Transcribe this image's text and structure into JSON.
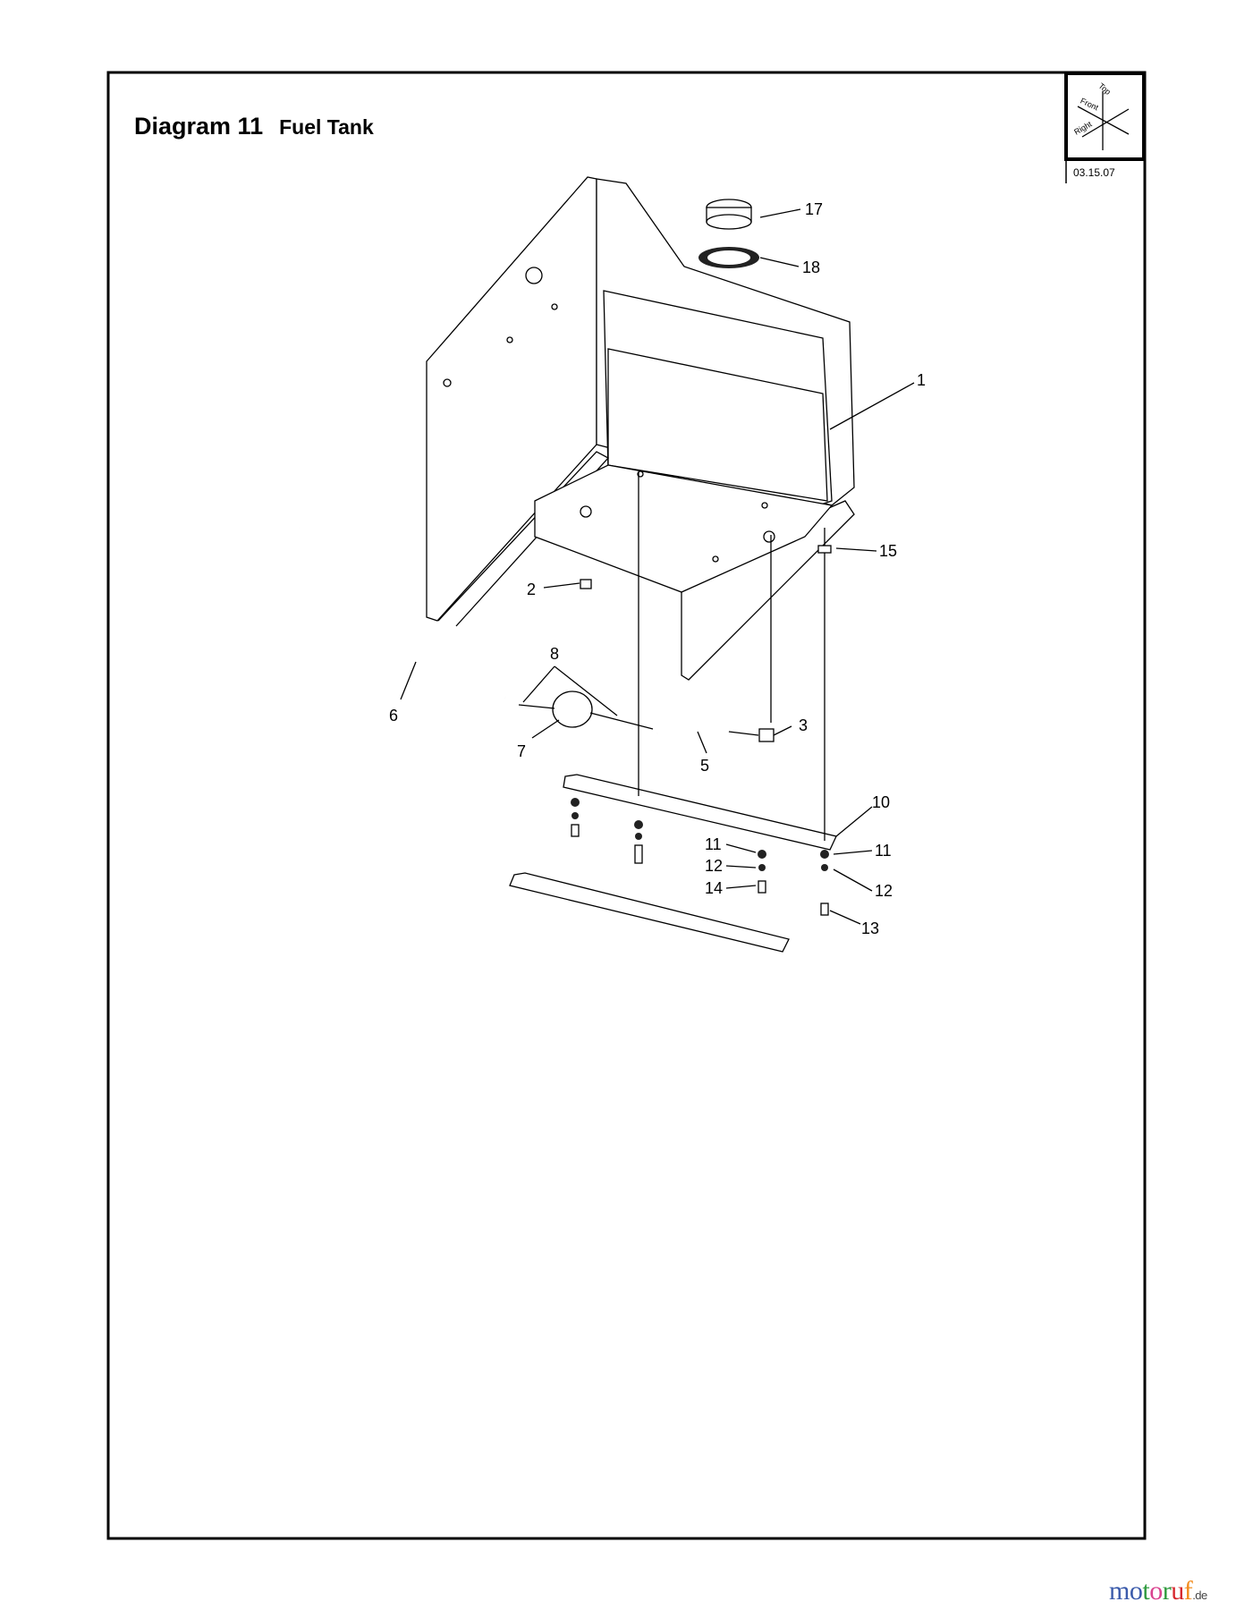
{
  "header": {
    "diagram_label": "Diagram 11",
    "section_title": "Fuel Tank",
    "date": "03.15.07"
  },
  "orientation": {
    "top": "Top",
    "front": "Front",
    "right": "Right"
  },
  "callouts": [
    "17",
    "18",
    "1",
    "15",
    "2",
    "8",
    "6",
    "7",
    "3",
    "5",
    "10",
    "11",
    "11",
    "12",
    "12",
    "14",
    "13"
  ],
  "logo": {
    "text": "motoruf",
    "suffix": ".de",
    "colors": [
      "#3b5bab",
      "#3b5bab",
      "#2e9a3e",
      "#d9438f",
      "#2e9a3e",
      "#d7282f",
      "#f28c1e",
      "#f7b81e"
    ]
  }
}
